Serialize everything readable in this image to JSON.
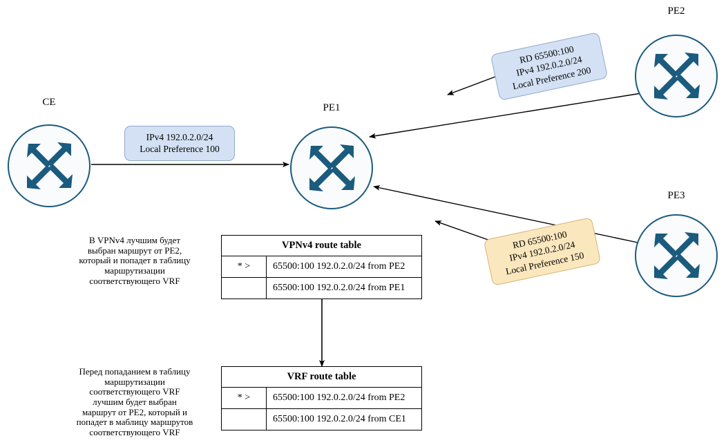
{
  "diagram": {
    "title": "MPLS L3VPN BGP best path selection (VPNv4 vs VRF)",
    "colors": {
      "router_stroke": "#1a5b7e",
      "router_fill": "#fafbfc",
      "arrow_fill": "#1a5b7e",
      "callout_blue_fill": "#d4e1f4",
      "callout_blue_border": "#8fa9cc",
      "callout_cream_fill": "#fbe7bd",
      "callout_cream_border": "#d6b477",
      "edge_stroke": "#000000",
      "table_border": "#000000"
    }
  },
  "nodes": [
    {
      "id": "ce",
      "label": "CE"
    },
    {
      "id": "pe1",
      "label": "PE1"
    },
    {
      "id": "pe2",
      "label": "PE2"
    },
    {
      "id": "pe3",
      "label": "PE3"
    }
  ],
  "callouts": [
    {
      "id": "ce-advert",
      "style": "blue",
      "lines": [
        "IPv4 192.0.2.0/24",
        "Local Preference 100"
      ]
    },
    {
      "id": "pe2-advert",
      "style": "blue",
      "lines": [
        "RD 65500:100",
        "IPv4 192.0.2.0/24",
        "Local Preference 200"
      ]
    },
    {
      "id": "pe3-advert",
      "style": "cream",
      "lines": [
        "RD 65500:100",
        "IPv4 192.0.2.0/24",
        "Local Preference 150"
      ]
    }
  ],
  "tables": [
    {
      "id": "vpnv4",
      "title": "VPNv4 route table",
      "rows": [
        {
          "flag": "* >",
          "route": "65500:100 192.0.2.0/24 from  PE2"
        },
        {
          "flag": "",
          "route": "65500:100 192.0.2.0/24 from  PE1"
        }
      ]
    },
    {
      "id": "vrf",
      "title": "VRF route  table",
      "rows": [
        {
          "flag": "* >",
          "route": "65500:100 192.0.2.0/24 from  PE2"
        },
        {
          "flag": "",
          "route": "65500:100 192.0.2.0/24 from  CE1"
        }
      ]
    }
  ],
  "annotations": [
    {
      "id": "vpnv4-note",
      "lines": [
        "В VPNv4 лучшим будет",
        "выбран маршрут от PE2,",
        "который и попадет в таблицу",
        "маршрутизации",
        "соответствующего VRF"
      ]
    },
    {
      "id": "vrf-note",
      "lines": [
        "Перед попаданием в таблицу",
        "маршрутизации",
        "соответствующего VRF",
        "лучшим будет выбран",
        "маршрут от PE2, который и",
        "попадет в маблицу маршрутов",
        "соответствующего VRF"
      ]
    }
  ]
}
